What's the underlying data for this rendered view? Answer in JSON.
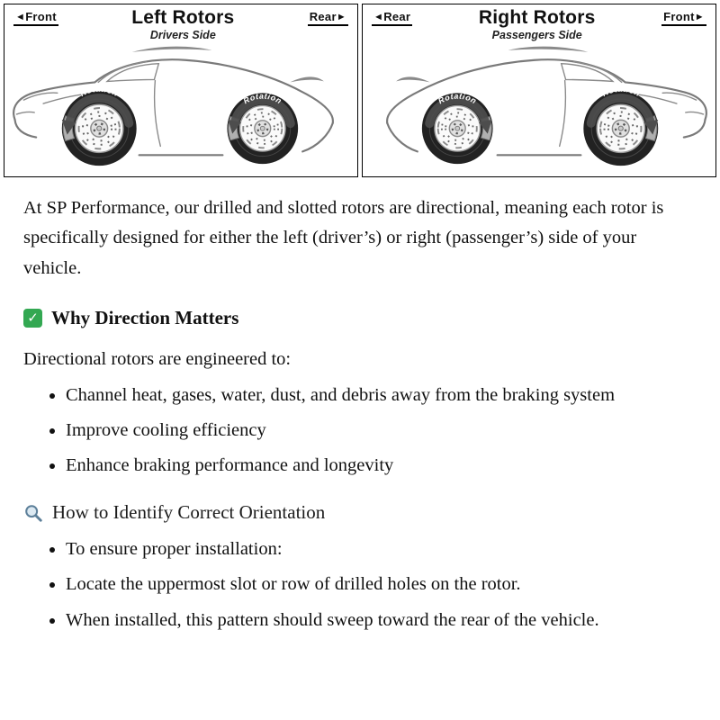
{
  "diagram": {
    "left_panel": {
      "front_label": "Front",
      "rear_label": "Rear",
      "title": "Left Rotors",
      "subtitle": "Drivers Side",
      "rotation_label": "Rotation"
    },
    "right_panel": {
      "rear_label": "Rear",
      "front_label": "Front",
      "title": "Right Rotors",
      "subtitle": "Passengers Side",
      "rotation_label": "Rotation"
    }
  },
  "article": {
    "intro": "At SP Performance, our drilled and slotted rotors are directional, meaning each rotor is specifically designed for either the left (driver’s) or right (passenger’s) side of your vehicle.",
    "why": {
      "icon": "check-icon",
      "check_glyph": "✓",
      "heading": "Why Direction Matters",
      "lead": "Directional rotors are engineered to:",
      "bullets": [
        "Channel heat, gases, water, dust, and debris away from the braking system",
        "Improve cooling efficiency",
        "Enhance braking performance and longevity"
      ]
    },
    "identify": {
      "icon": "magnifier-icon",
      "heading": "How to Identify Correct Orientation",
      "bullets": [
        "To ensure proper installation:",
        "Locate the uppermost slot or row of drilled holes on the rotor.",
        "When installed, this pattern should sweep toward the rear of the vehicle."
      ]
    }
  }
}
